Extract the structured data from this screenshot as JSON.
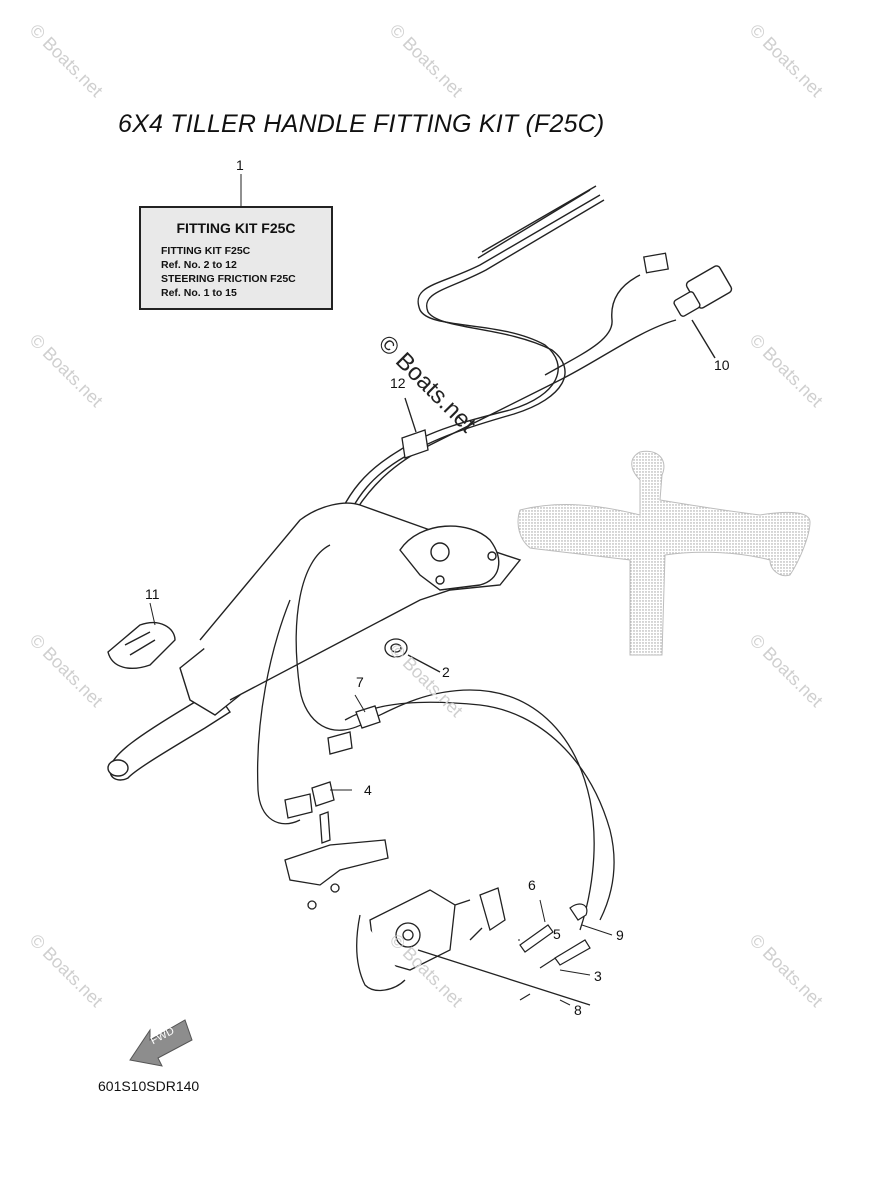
{
  "title": "6X4 TILLER HANDLE FITTING KIT (F25C)",
  "kit_label": {
    "heading": "FITTING KIT F25C",
    "lines": [
      "FITTING KIT F25C",
      "Ref. No. 2 to 12",
      "STEERING FRICTION F25C",
      "Ref. No. 1 to 15"
    ]
  },
  "callouts": [
    "1",
    "2",
    "3",
    "4",
    "5",
    "6",
    "7",
    "8",
    "9",
    "10",
    "11",
    "12"
  ],
  "fwd_label": "FWD",
  "diagram_code": "601S10SDR140",
  "watermark": "© Boats.net"
}
